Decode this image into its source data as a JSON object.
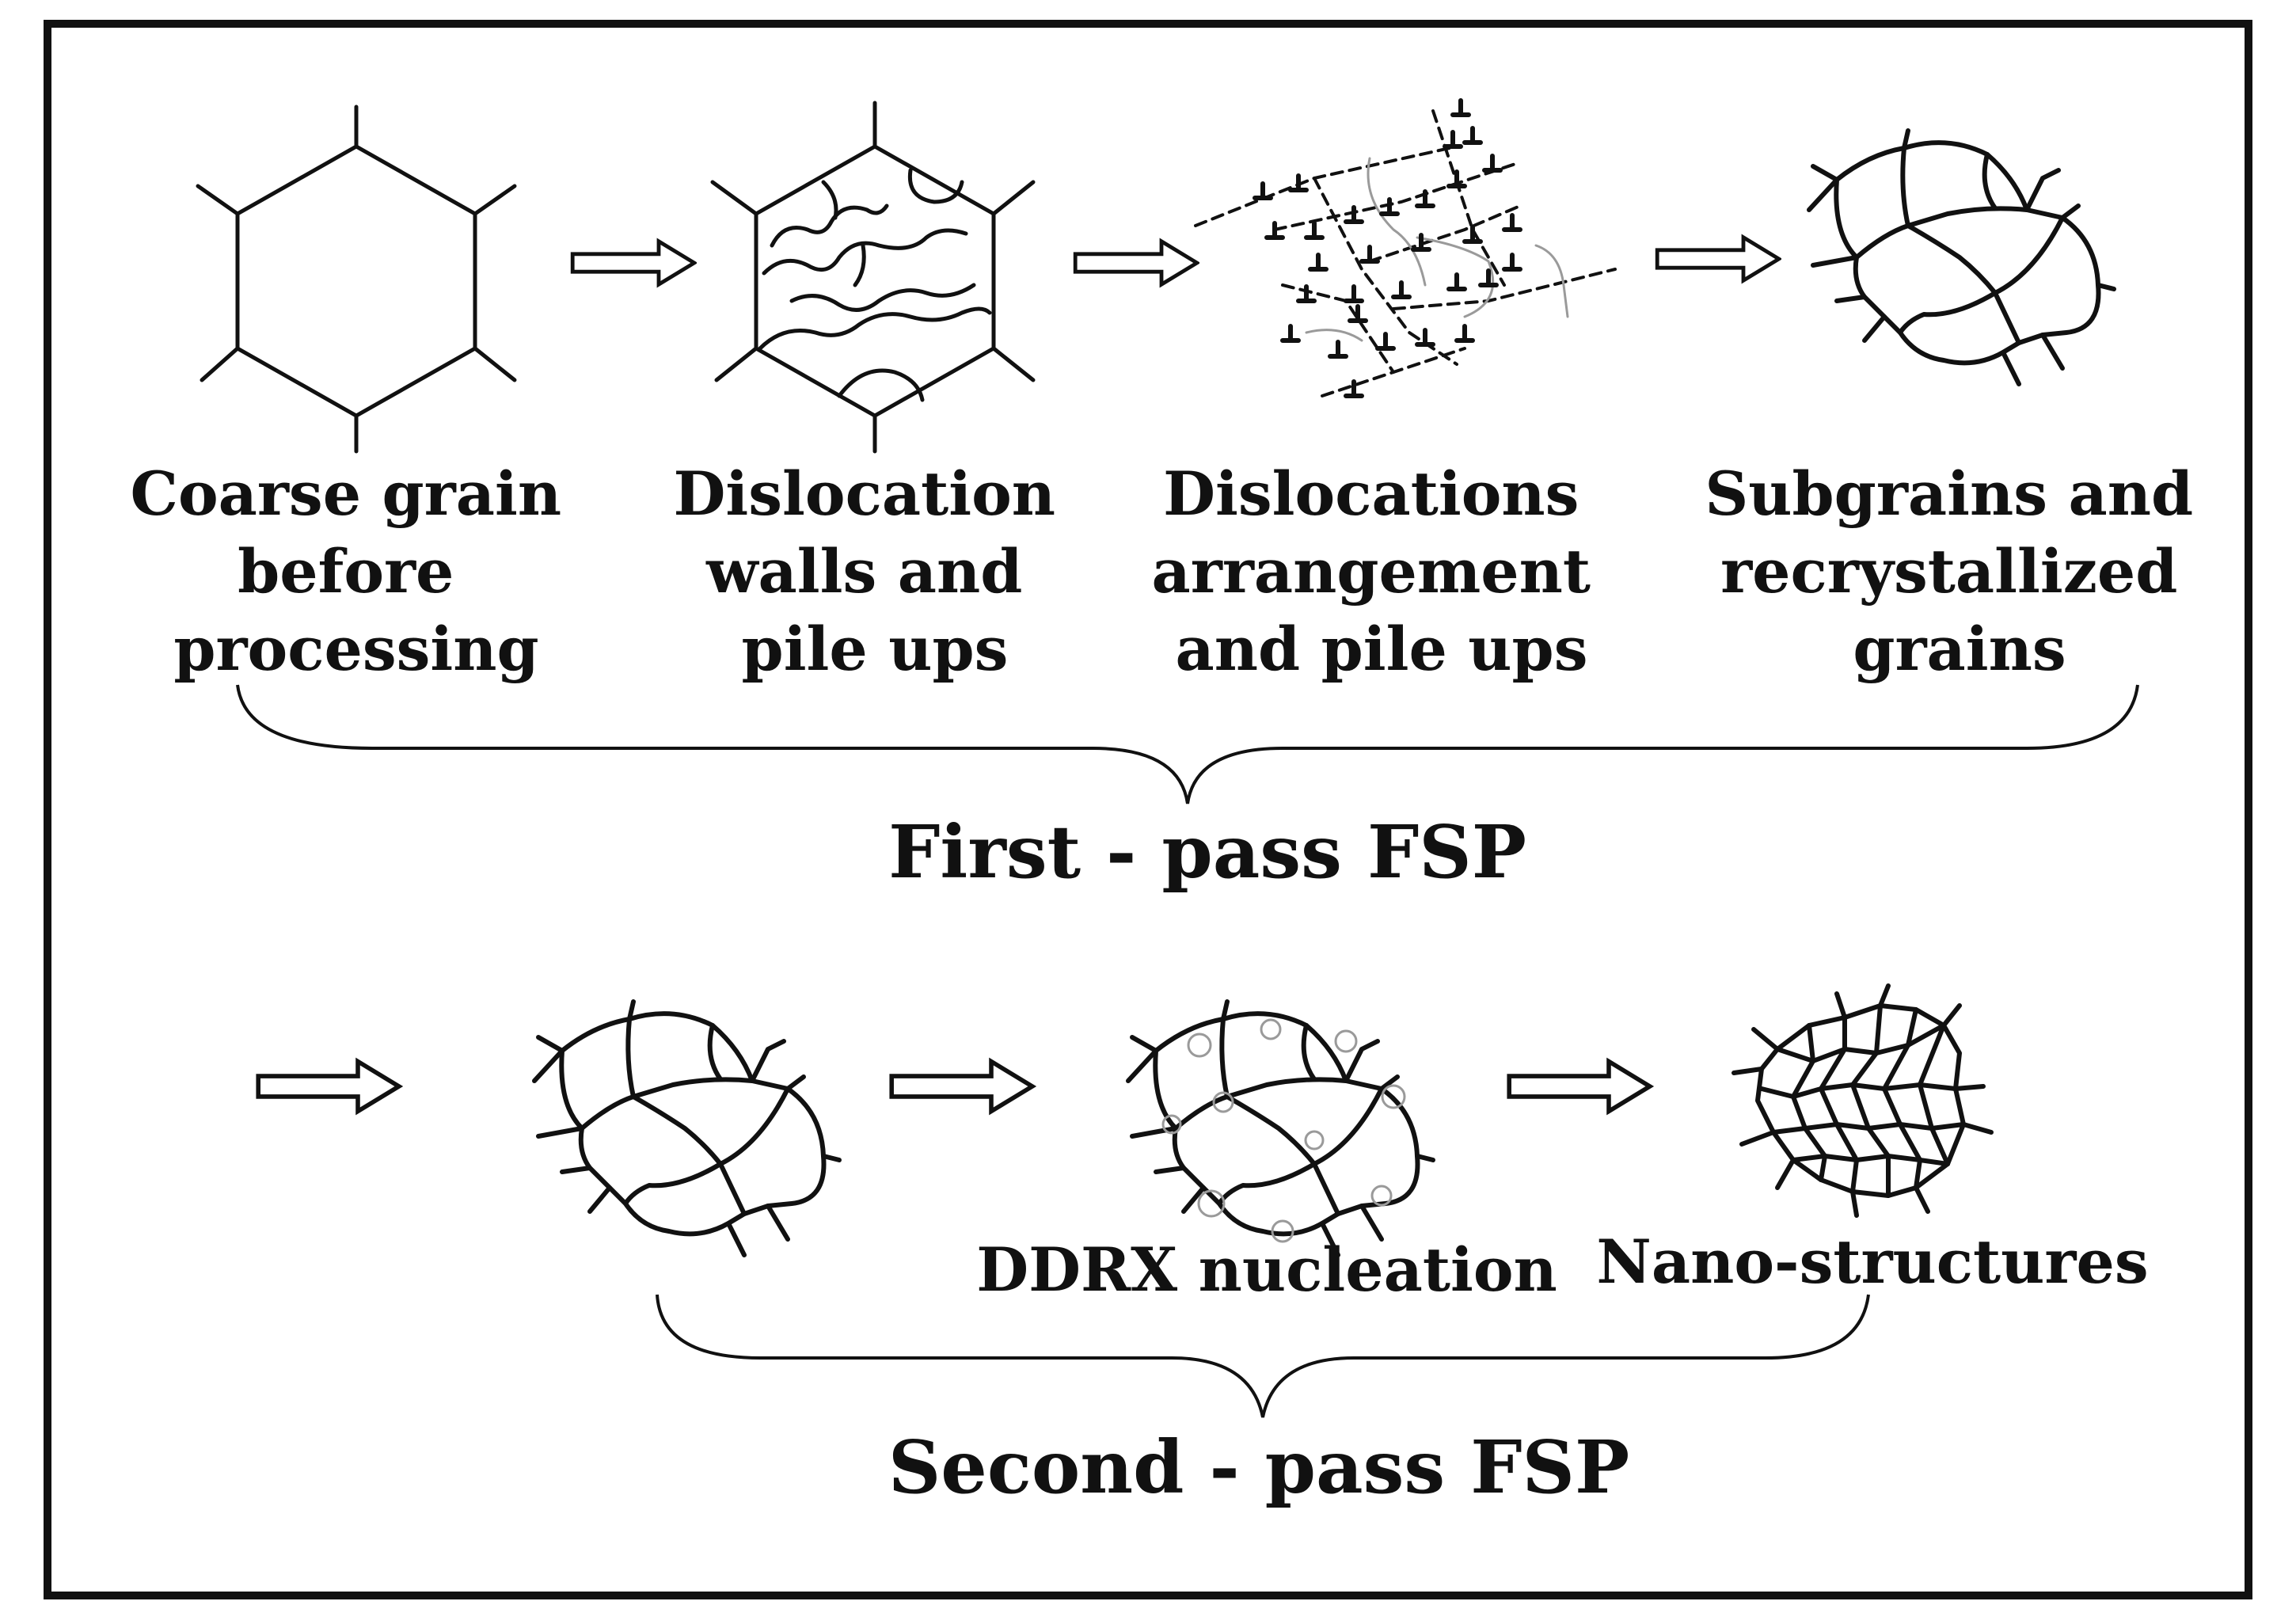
{
  "stages_first_pass": [
    {
      "id": "coarse-grain",
      "lines": [
        "Coarse grain",
        "before",
        "processing"
      ]
    },
    {
      "id": "dislocation-walls",
      "lines": [
        "Dislocation",
        "walls and",
        "pile ups"
      ]
    },
    {
      "id": "dislocations-arrangement",
      "lines": [
        "Dislocations",
        "arrangement",
        "and pile ups"
      ]
    },
    {
      "id": "subgrains",
      "lines": [
        "Subgrains and",
        "recrystallized",
        "grains"
      ]
    }
  ],
  "first_pass_label": "First - pass FSP",
  "stages_second_pass": [
    {
      "id": "subgrains-copy",
      "lines": []
    },
    {
      "id": "ddrx-nucleation",
      "lines": [
        "DDRX nucleation"
      ]
    },
    {
      "id": "nano-structures",
      "lines": [
        "Nano-structures"
      ]
    }
  ],
  "second_pass_label": "Second - pass FSP",
  "colors": {
    "ink": "#111111",
    "faint": "#9a9a9a",
    "background": "#ffffff"
  }
}
